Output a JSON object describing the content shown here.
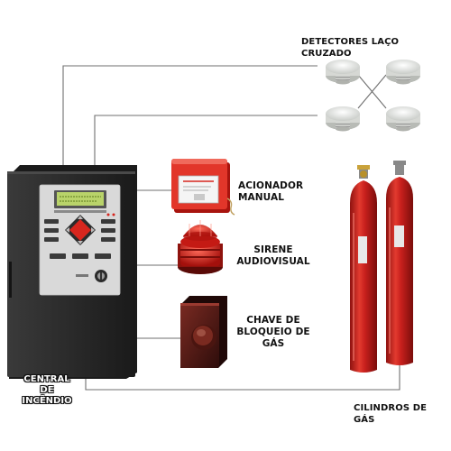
{
  "labels": {
    "detectors": "DETECTORES LAÇO CRUZADO",
    "acionador": [
      "ACIONADOR",
      "MANUAL"
    ],
    "sirene": [
      "SIRENE",
      "AUDIOVISUAL"
    ],
    "chave": [
      "CHAVE DE",
      "BLOQUEIO DE",
      "GÁS"
    ],
    "central": [
      "CENTRAL",
      "DE",
      "INCÊNDIO"
    ],
    "cilindros": "CILINDROS DE GÁS"
  },
  "colors": {
    "wire": "#6f6f6f",
    "cabinet": "#262626",
    "panel": "#d9d9d9",
    "lcd": "#b9d36a",
    "cylinder": "#c8201d",
    "alarm_red": "#d7261e"
  },
  "icons": {
    "detectors": "smoke-detector-icon",
    "acionador": "manual-call-point-icon",
    "sirene": "siren-beacon-icon",
    "chave": "gas-lock-switch-icon",
    "cilindros": "gas-cylinder-icon"
  }
}
